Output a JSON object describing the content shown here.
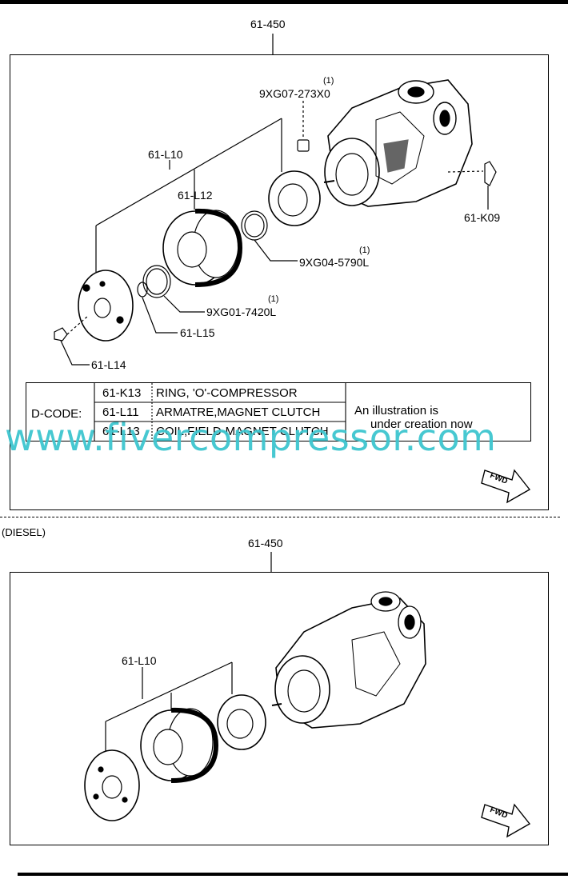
{
  "top": {
    "assembly": "61-450",
    "labels": {
      "l10": "61-L10",
      "l12": "61-L12",
      "l14": "61-L14",
      "l15": "61-L15",
      "k09": "61-K09",
      "p1": "9XG07-273X0",
      "p2": "9XG04-5790L",
      "p3": "9XG01-7420L",
      "qty": "(1)"
    },
    "table": {
      "dcode": "D-CODE:",
      "rows": [
        {
          "code": "61-K13",
          "desc": "RING, 'O'-COMPRESSOR"
        },
        {
          "code": "61-L11",
          "desc": "ARMATRE,MAGNET CLUTCH"
        },
        {
          "code": "61-L13",
          "desc": "COIL,FIELD-MAGNET CLUTCH"
        }
      ],
      "note_line1": "An illustration is",
      "note_line2": "under creation now"
    },
    "fwd": "FWD"
  },
  "bottom": {
    "section": "(DIESEL)",
    "assembly": "61-450",
    "l10": "61-L10",
    "fwd": "FWD"
  },
  "watermark": "www.fivercompressor.com"
}
